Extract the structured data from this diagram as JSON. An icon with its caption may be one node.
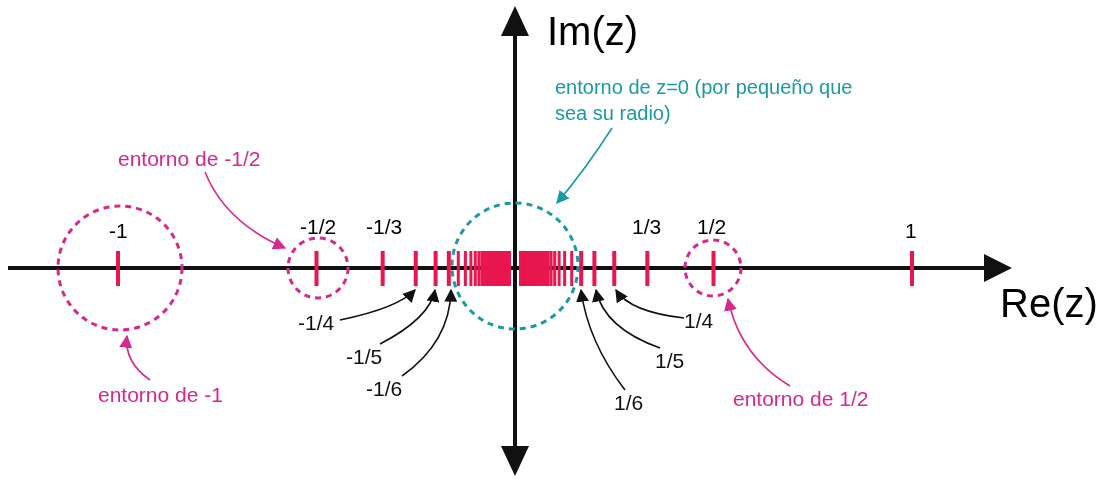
{
  "diagram": {
    "nodes": [
      {
        "text": [
          "entorno de -1"
        ]
      },
      {
        "text": [],
        "shape": "circle"
      },
      {
        "text": [
          "entorno de -1/2"
        ]
      },
      {
        "text": [],
        "shape": "circle"
      },
      {
        "text": [
          "entorno de z=0 (por pequeño que sea su radio)"
        ]
      },
      {
        "text": [],
        "shape": "circle"
      },
      {
        "text": [
          "entorno de 1/2"
        ]
      },
      {
        "text": [],
        "shape": "circle"
      },
      {
        "text": [
          "-1/4"
        ]
      },
      {
        "text": [],
        "shape": "bar"
      },
      {
        "text": [
          "-1/5"
        ]
      },
      {
        "text": [],
        "shape": "bar"
      },
      {
        "text": [
          "-1/6"
        ]
      },
      {
        "text": [],
        "shape": "bar"
      },
      {
        "text": [
          "1/6"
        ]
      },
      {
        "text": [],
        "shape": "bar"
      },
      {
        "text": [
          "1/5"
        ]
      },
      {
        "text": [],
        "shape": "bar"
      },
      {
        "text": [
          "1/4"
        ]
      },
      {
        "text": [],
        "shape": "bar"
      }
    ],
    "edges": [
      {
        "from": 0,
        "to": 1,
        "arrow": "to",
        "color": "#d6288f"
      },
      {
        "from": 2,
        "to": 3,
        "arrow": "to",
        "color": "#d6288f"
      },
      {
        "from": 4,
        "to": 5,
        "arrow": "to",
        "color": "#1a9aa6"
      },
      {
        "from": 6,
        "to": 7,
        "arrow": "to",
        "color": "#d6288f"
      },
      {
        "from": 8,
        "to": 9,
        "arrow": "to"
      },
      {
        "from": 10,
        "to": 11,
        "arrow": "to"
      },
      {
        "from": 12,
        "to": 13,
        "arrow": "to"
      },
      {
        "from": 18,
        "to": 19,
        "arrow": "to"
      },
      {
        "from": 16,
        "to": 17,
        "arrow": "to"
      },
      {
        "from": 14,
        "to": 15,
        "arrow": "to"
      }
    ],
    "labels": [
      "Im(z)",
      "-1",
      "-1/2",
      "-1/3",
      "1/3",
      "1/2",
      "1",
      "Re(z)"
    ]
  }
}
